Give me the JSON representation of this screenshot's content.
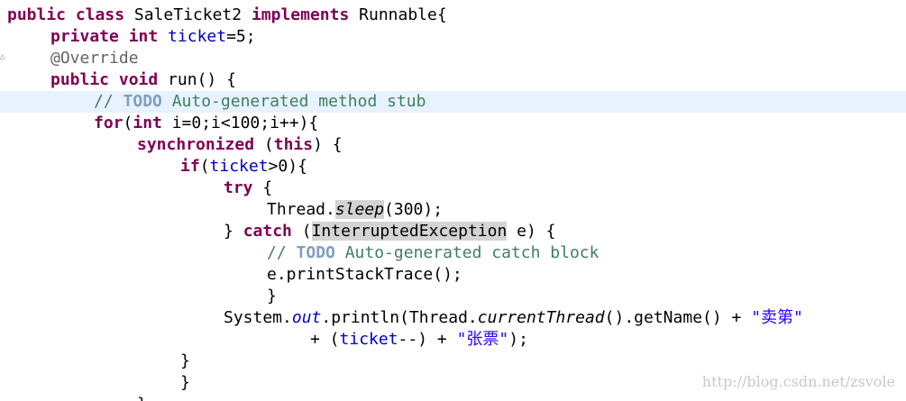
{
  "editor": {
    "lines": [
      {
        "indent": 0,
        "tokens": [
          {
            "t": "public class",
            "s": "kw"
          },
          {
            "t": " SaleTicket2 ",
            "s": ""
          },
          {
            "t": "implements",
            "s": "kw"
          },
          {
            "t": " Runnable{",
            "s": ""
          }
        ]
      },
      {
        "indent": 1,
        "tokens": [
          {
            "t": "private int",
            "s": "kw"
          },
          {
            "t": " ",
            "s": ""
          },
          {
            "t": "ticket",
            "s": "fld"
          },
          {
            "t": "=5;",
            "s": ""
          }
        ]
      },
      {
        "indent": 1,
        "tokens": [
          {
            "t": "@Override",
            "s": "ann"
          }
        ]
      },
      {
        "indent": 1,
        "tokens": [
          {
            "t": "public void",
            "s": "kw"
          },
          {
            "t": " run() {",
            "s": ""
          }
        ]
      },
      {
        "indent": 2,
        "current": true,
        "tokens": [
          {
            "t": "// ",
            "s": "cmt"
          },
          {
            "t": "TODO",
            "s": "todo"
          },
          {
            "t": " Auto-generated method stub",
            "s": "cmt"
          }
        ]
      },
      {
        "indent": 2,
        "tokens": [
          {
            "t": "for",
            "s": "kw"
          },
          {
            "t": "(",
            "s": ""
          },
          {
            "t": "int",
            "s": "kw"
          },
          {
            "t": " i=0;i<100;i++){",
            "s": ""
          }
        ]
      },
      {
        "indent": 3,
        "tokens": [
          {
            "t": "synchronized",
            "s": "kw"
          },
          {
            "t": " (",
            "s": ""
          },
          {
            "t": "this",
            "s": "kw"
          },
          {
            "t": ") {",
            "s": ""
          }
        ]
      },
      {
        "indent": 4,
        "tokens": [
          {
            "t": "if",
            "s": "kw"
          },
          {
            "t": "(",
            "s": ""
          },
          {
            "t": "ticket",
            "s": "fld"
          },
          {
            "t": ">0){",
            "s": ""
          }
        ]
      },
      {
        "indent": 5,
        "tokens": [
          {
            "t": "try",
            "s": "kw"
          },
          {
            "t": " {",
            "s": ""
          }
        ]
      },
      {
        "indent": 6,
        "tokens": [
          {
            "t": "Thread.",
            "s": ""
          },
          {
            "t": "sleep",
            "s": "it hl"
          },
          {
            "t": "(300);",
            "s": ""
          }
        ]
      },
      {
        "indent": 5,
        "tokens": [
          {
            "t": "} ",
            "s": ""
          },
          {
            "t": "catch",
            "s": "kw"
          },
          {
            "t": " (",
            "s": ""
          },
          {
            "t": "InterruptedException",
            "s": "hl"
          },
          {
            "t": " e) {",
            "s": ""
          }
        ]
      },
      {
        "indent": 6,
        "tokens": [
          {
            "t": "// ",
            "s": "cmt"
          },
          {
            "t": "TODO",
            "s": "todo"
          },
          {
            "t": " Auto-generated catch block",
            "s": "cmt"
          }
        ]
      },
      {
        "indent": 6,
        "tokens": [
          {
            "t": "e.printStackTrace();",
            "s": ""
          }
        ]
      },
      {
        "indent": 6,
        "tokens": [
          {
            "t": "}",
            "s": ""
          }
        ]
      },
      {
        "indent": 5,
        "tokens": [
          {
            "t": "System.",
            "s": ""
          },
          {
            "t": "out",
            "s": "itf"
          },
          {
            "t": ".println(Thread.",
            "s": ""
          },
          {
            "t": "currentThread",
            "s": "it"
          },
          {
            "t": "().getName() + ",
            "s": ""
          },
          {
            "t": "\"卖第\"",
            "s": "str"
          }
        ]
      },
      {
        "indent": 7,
        "tokens": [
          {
            "t": "+ (",
            "s": ""
          },
          {
            "t": "ticket",
            "s": "fld"
          },
          {
            "t": "--) + ",
            "s": ""
          },
          {
            "t": "\"张票\"",
            "s": "str"
          },
          {
            "t": ");",
            "s": ""
          }
        ]
      },
      {
        "indent": 4,
        "tokens": [
          {
            "t": "}",
            "s": ""
          }
        ]
      },
      {
        "indent": 4,
        "tokens": [
          {
            "t": "}",
            "s": ""
          }
        ]
      },
      {
        "indent": 3,
        "tokens": [
          {
            "t": "}",
            "s": ""
          }
        ]
      }
    ]
  },
  "gutter": {
    "override_marker_icon": "override-triangle-icon"
  },
  "watermark": {
    "text": "http://blog.csdn.net/zsvole"
  },
  "colors": {
    "keyword": "#7f0055",
    "field": "#0000c0",
    "comment": "#3f7f5f",
    "todo": "#7f9fbf",
    "annotation": "#646464",
    "string": "#2a00ff",
    "current_line": "#e8f2fe",
    "occurrence_highlight": "#d4d4d4"
  }
}
